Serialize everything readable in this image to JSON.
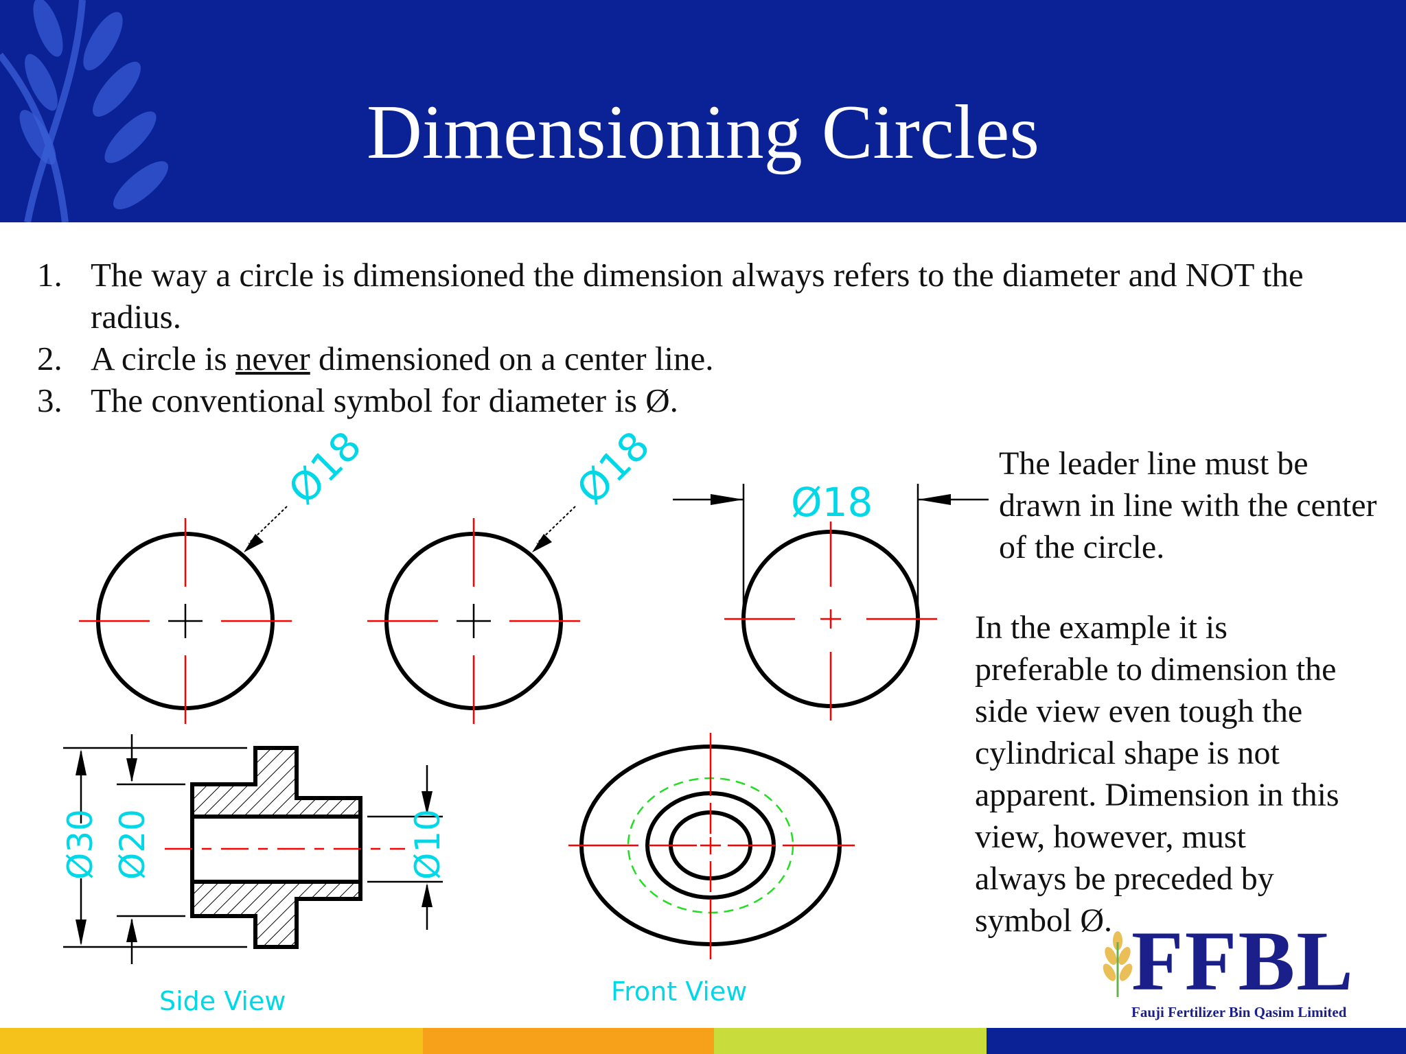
{
  "slide": {
    "title": "Dimensioning Circles",
    "bullets": [
      {
        "num": "1.",
        "pre": "The way a circle is dimensioned the dimension always refers to the diameter and NOT the radius.",
        "underline": "",
        "post": ""
      },
      {
        "num": "2.",
        "pre": "A circle is ",
        "underline": "never",
        "post": " dimensioned on a center line."
      },
      {
        "num": "3.",
        "pre": "The conventional symbol for diameter is Ø.",
        "underline": "",
        "post": ""
      }
    ],
    "note_leader": "The leader line must be drawn in line with the center of the circle.",
    "note_example": "In the example it is preferable to dimension the side view even tough the cylindrical shape is not apparent. Dimension in this view, however, must",
    "note_example_2": "always be preceded by symbol Ø."
  },
  "drawing": {
    "circle1_dim": "Ø18",
    "circle2_dim": "Ø18",
    "circle3_dim": "Ø18",
    "side_dim_30": "Ø30",
    "side_dim_20": "Ø20",
    "side_dim_10": "Ø10",
    "side_view_label": "Side View",
    "front_view_label": "Front View"
  },
  "logo": {
    "name": "FFBL",
    "subtitle": "Fauji Fertilizer Bin Qasim Limited"
  },
  "colors": {
    "header": "#0a2296",
    "center_line": "#ff0000",
    "dimension_text": "#00d8e8",
    "hidden_line": "#22dd22",
    "bottom_bar": [
      "#f5c21b",
      "#f7a11a",
      "#c8dc3c",
      "#0a2296"
    ]
  }
}
